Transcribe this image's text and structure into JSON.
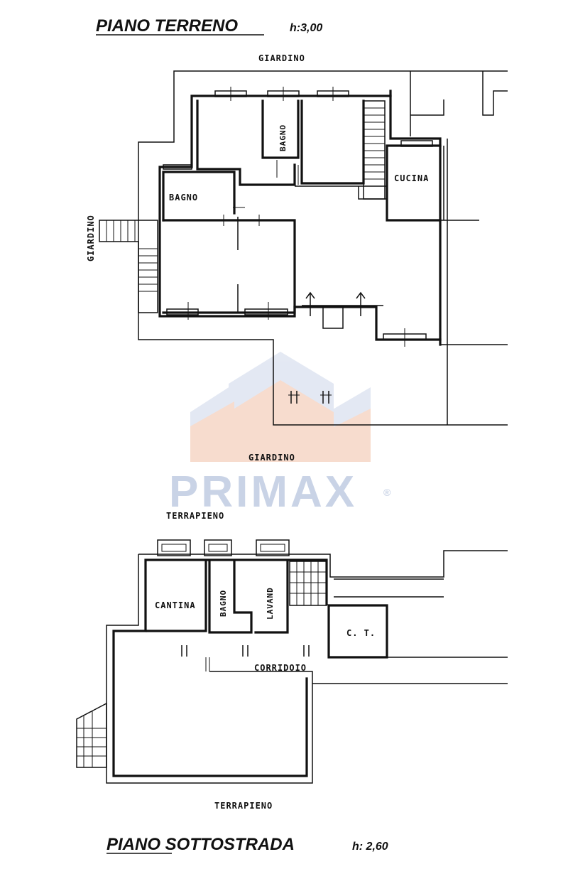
{
  "ground_floor": {
    "title": "PIANO TERRENO",
    "height": "h:3,00",
    "labels": {
      "garden_top": "GIARDINO",
      "garden_left": "GIARDINO",
      "garden_bottom": "GIARDINO",
      "bath_1": "BAGNO",
      "bath_2": "BAGNO",
      "kitchen": "CUCINA"
    }
  },
  "basement": {
    "title": "PIANO SOTTOSTRADA",
    "height": "h: 2,60",
    "labels": {
      "embankment_top": "TERRAPIENO",
      "embankment_bottom": "TERRAPIENO",
      "cellar": "CANTINA",
      "bath": "BAGNO",
      "laundry": "LAVAND",
      "boiler": "C. T.",
      "corridor": "CORRIDOIO"
    }
  },
  "watermark": {
    "brand": "PRIMAX",
    "registered": "®",
    "colors": {
      "blue": "#c9d3e6",
      "peach": "#f3c9b4"
    }
  },
  "colors": {
    "line": "#111111",
    "background": "#ffffff"
  }
}
